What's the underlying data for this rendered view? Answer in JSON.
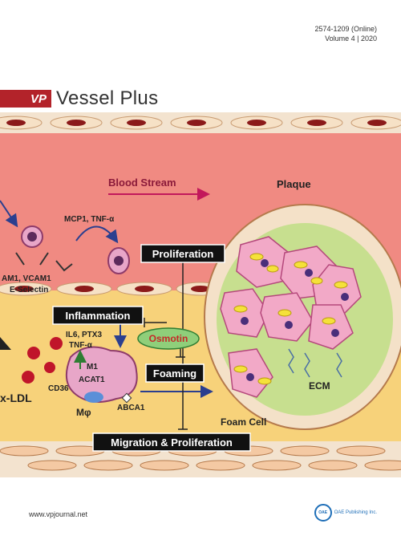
{
  "header": {
    "issn": "2574-1209 (Online)",
    "volume": "Volume 4 | 2020"
  },
  "brand": {
    "badge": "VP",
    "name": "Vessel Plus"
  },
  "figure": {
    "blood_stream": "Blood Stream",
    "plaque": "Plaque",
    "mcp1": "MCP1, TNF-α",
    "proliferation": "Proliferation",
    "adhesion_line1": "AM1, VCAM1",
    "adhesion_line2": "E-Selectin",
    "inflammation": "Inflammation",
    "osmotin": "Osmotin",
    "il6_line1": "IL6, PTX3",
    "il6_line2": "TNF-α",
    "m1": "M1",
    "acat1": "ACAT1",
    "cd36": "CD36",
    "foaming": "Foaming",
    "ecm": "ECM",
    "ox_ldl": "x-LDL",
    "macrophage": "Mφ",
    "abca1": "ABCA1",
    "foam_cell": "Foam Cell",
    "migration": "Migration & Proliferation"
  },
  "footer": {
    "url": "www.vpjournal.net",
    "publisher_logo": "OAE",
    "publisher_name": "OAE Publishing Inc."
  },
  "colors": {
    "brand_red": "#b3232a",
    "blood": "#f08a82",
    "tissue": "#f7d27a",
    "cell_pink": "#f2a9c7",
    "label_box": "#111111"
  }
}
